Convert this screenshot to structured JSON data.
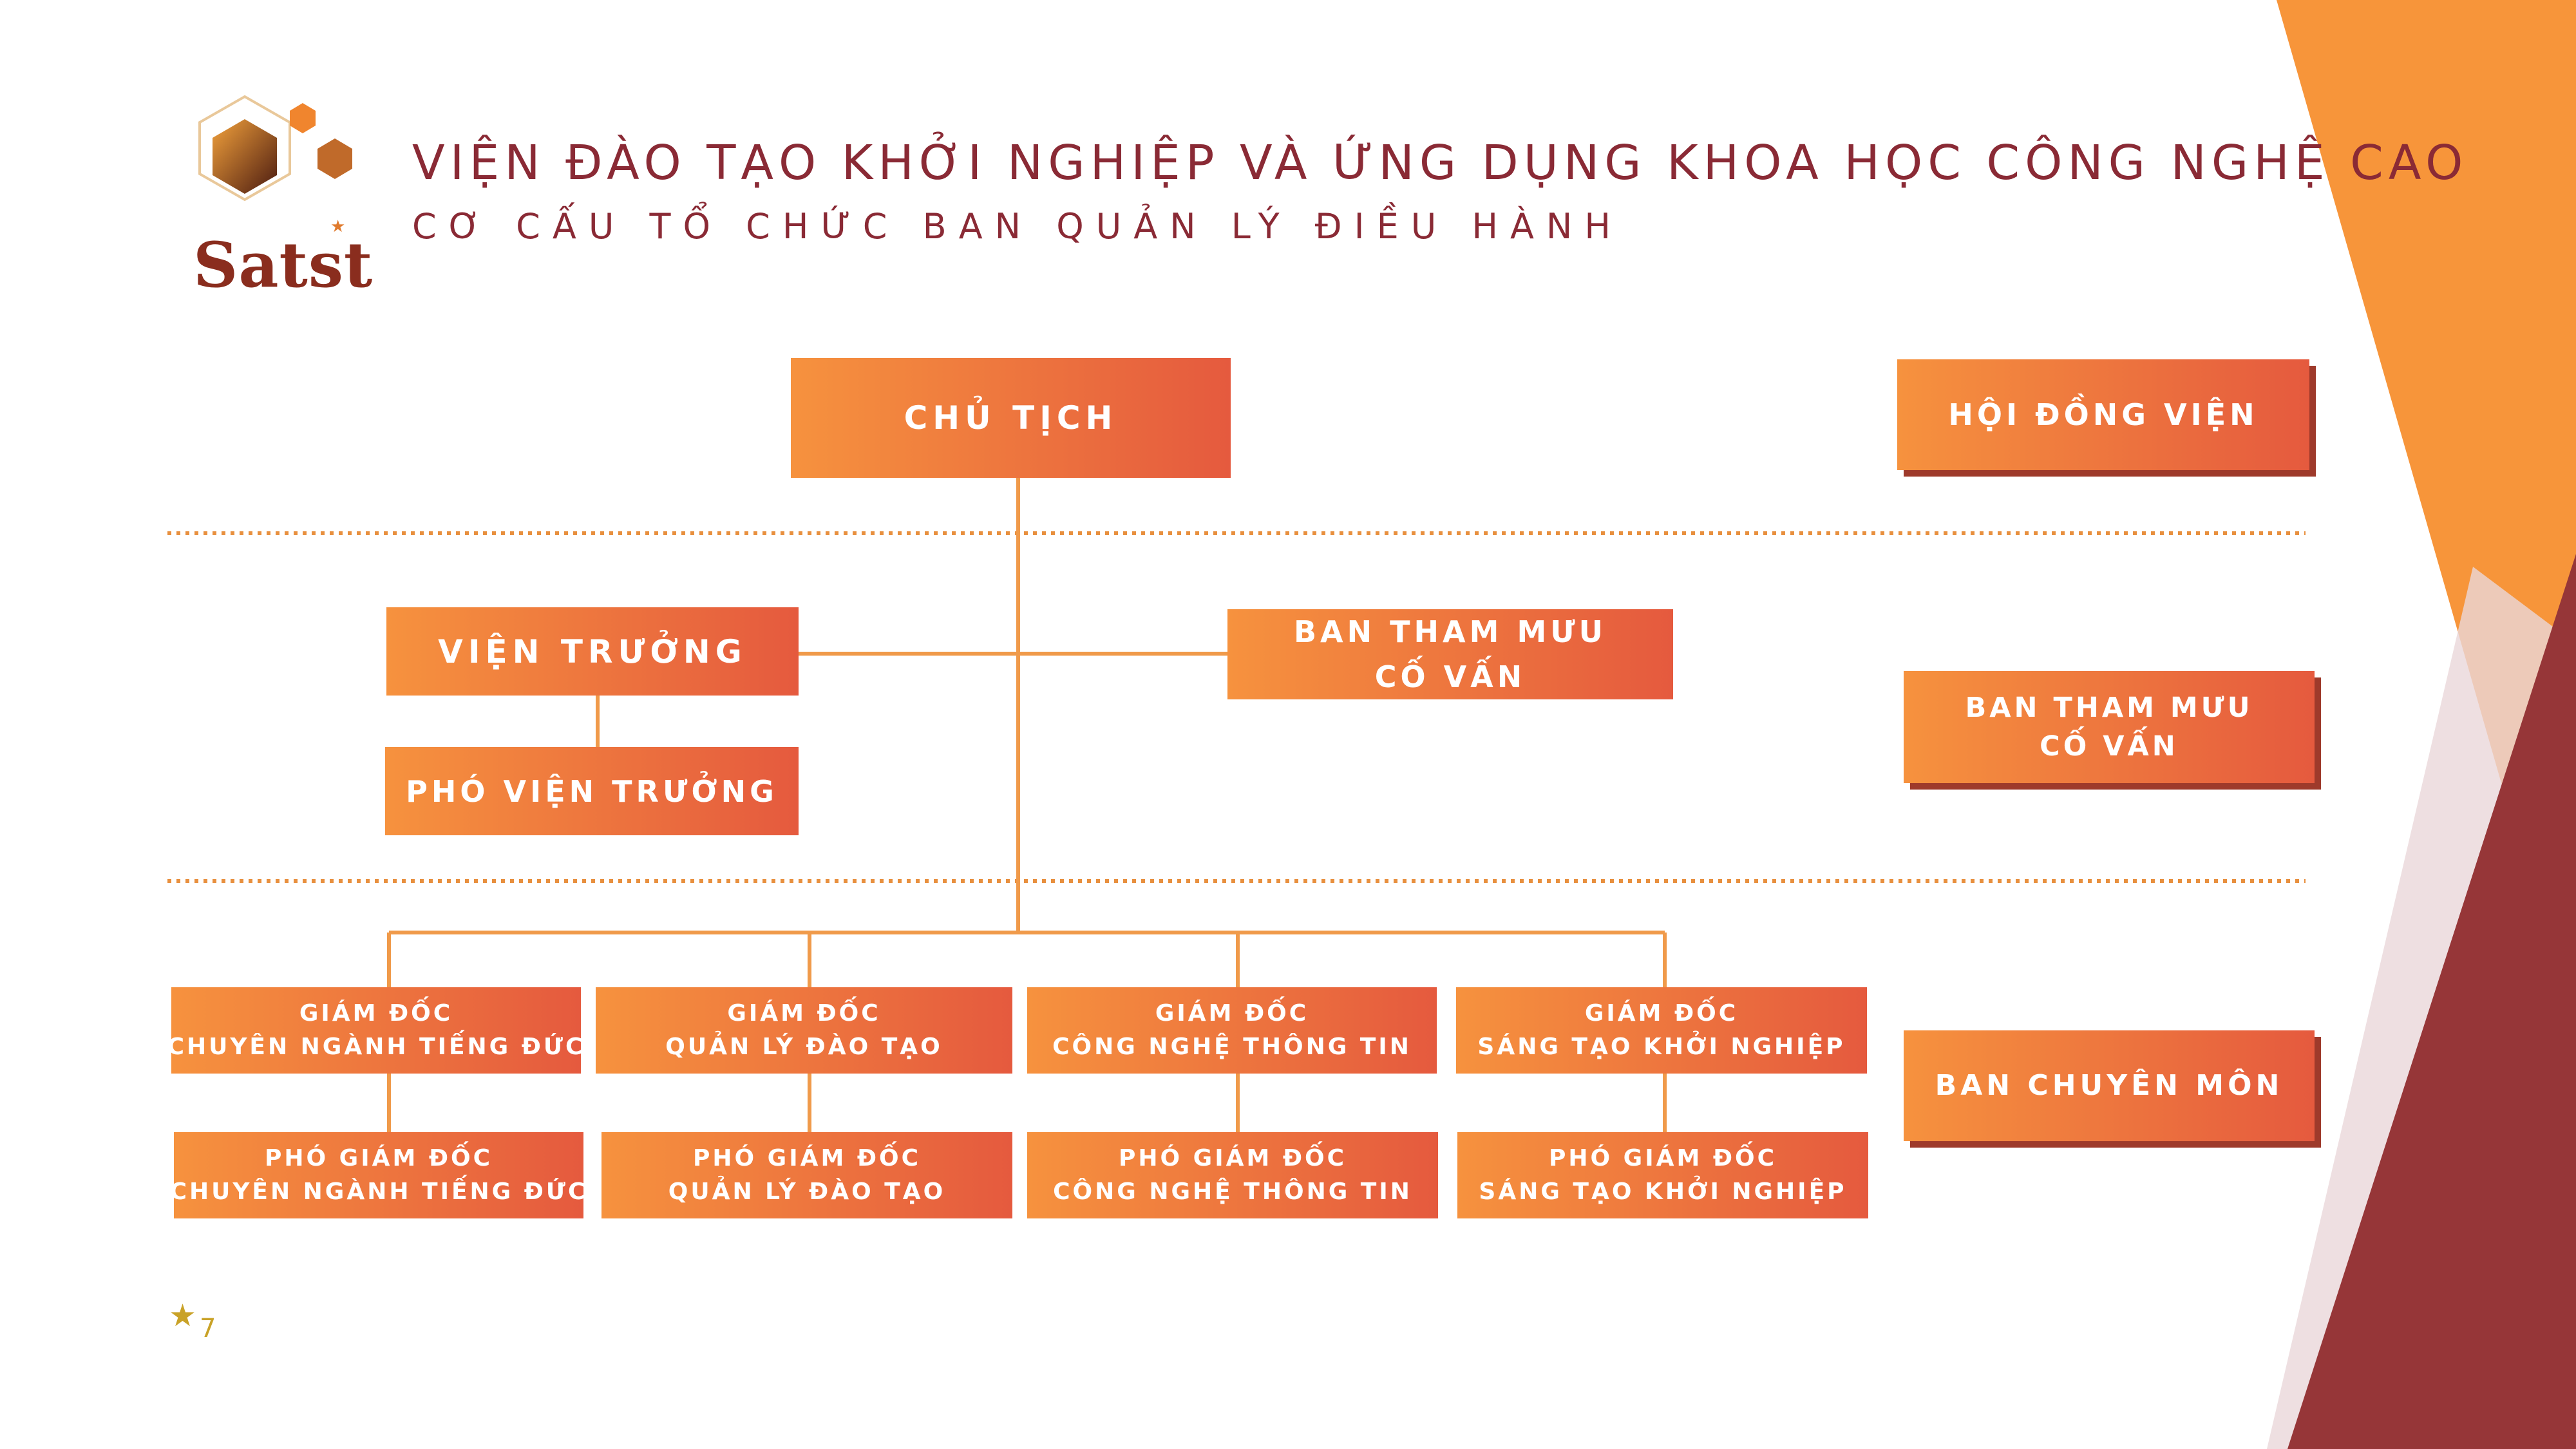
{
  "header": {
    "title": "VIỆN ĐÀO TẠO KHỞI NGHIỆP VÀ ỨNG DỤNG KHOA HỌC CÔNG NGHỆ CAO",
    "subtitle": "CƠ CẤU TỔ CHỨC BAN QUẢN LÝ ĐIỀU HÀNH"
  },
  "logo": {
    "text": "Satst",
    "icon": "hexagon-logo-icon"
  },
  "colors": {
    "box_start": "#f6923e",
    "box_end": "#e55a3e",
    "line": "#f09a4a",
    "title": "#8a2a35",
    "deco_orange": "#f7953a",
    "deco_red": "#963638"
  },
  "chart": {
    "chairman": "CHỦ TỊCH",
    "director": "VIỆN TRƯỞNG",
    "deputy_director": "PHÓ VIỆN TRƯỞNG",
    "advisory": [
      "BAN THAM MƯU",
      "CỐ VẤN"
    ],
    "departments": [
      {
        "director": [
          "GIÁM ĐỐC",
          "CHUYÊN NGÀNH TIẾNG ĐỨC"
        ],
        "deputy": [
          "PHÓ GIÁM ĐỐC",
          "CHUYÊN NGÀNH TIẾNG ĐỨC"
        ]
      },
      {
        "director": [
          "GIÁM ĐỐC",
          "QUẢN LÝ ĐÀO TẠO"
        ],
        "deputy": [
          "PHÓ GIÁM ĐỐC",
          "QUẢN LÝ ĐÀO TẠO"
        ]
      },
      {
        "director": [
          "GIÁM ĐỐC",
          "CÔNG NGHỆ THÔNG TIN"
        ],
        "deputy": [
          "PHÓ GIÁM ĐỐC",
          "CÔNG NGHỆ THÔNG TIN"
        ]
      },
      {
        "director": [
          "GIÁM ĐỐC",
          "SÁNG TẠO KHỞI NGHIỆP"
        ],
        "deputy": [
          "PHÓ GIÁM ĐỐC",
          "SÁNG TẠO KHỞI NGHIỆP"
        ]
      }
    ]
  },
  "legend": {
    "council": "HỘI ĐỒNG VIỆN",
    "advisory": [
      "BAN THAM MƯU",
      "CỐ VẤN"
    ],
    "specialist": "BAN CHUYÊN MÔN"
  },
  "footer": {
    "page_number": "7",
    "icon": "star-icon"
  }
}
